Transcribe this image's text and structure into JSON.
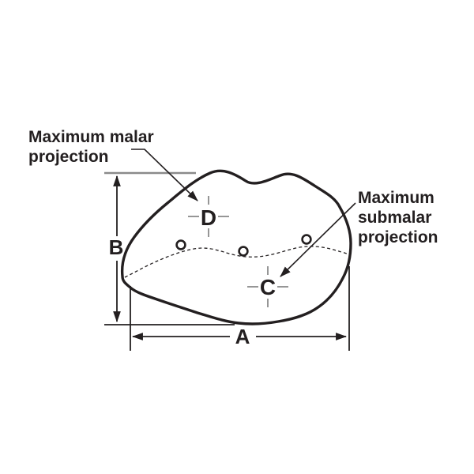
{
  "diagram": {
    "type": "facial-implant-measurement-diagram",
    "annotations": {
      "malar": {
        "line1": "Maximum malar",
        "line2": "projection"
      },
      "submalar": {
        "line1": "Maximum",
        "line2": "submalar",
        "line3": "projection"
      }
    },
    "markers": {
      "malar_projection_point": "D",
      "submalar_projection_point": "C"
    },
    "dimensions": {
      "width_label": "A",
      "height_label": "B"
    },
    "holes_count": 3,
    "colors": {
      "ink": "#231f20",
      "muted_gray": "#8a8a8a",
      "background": "#ffffff"
    }
  }
}
